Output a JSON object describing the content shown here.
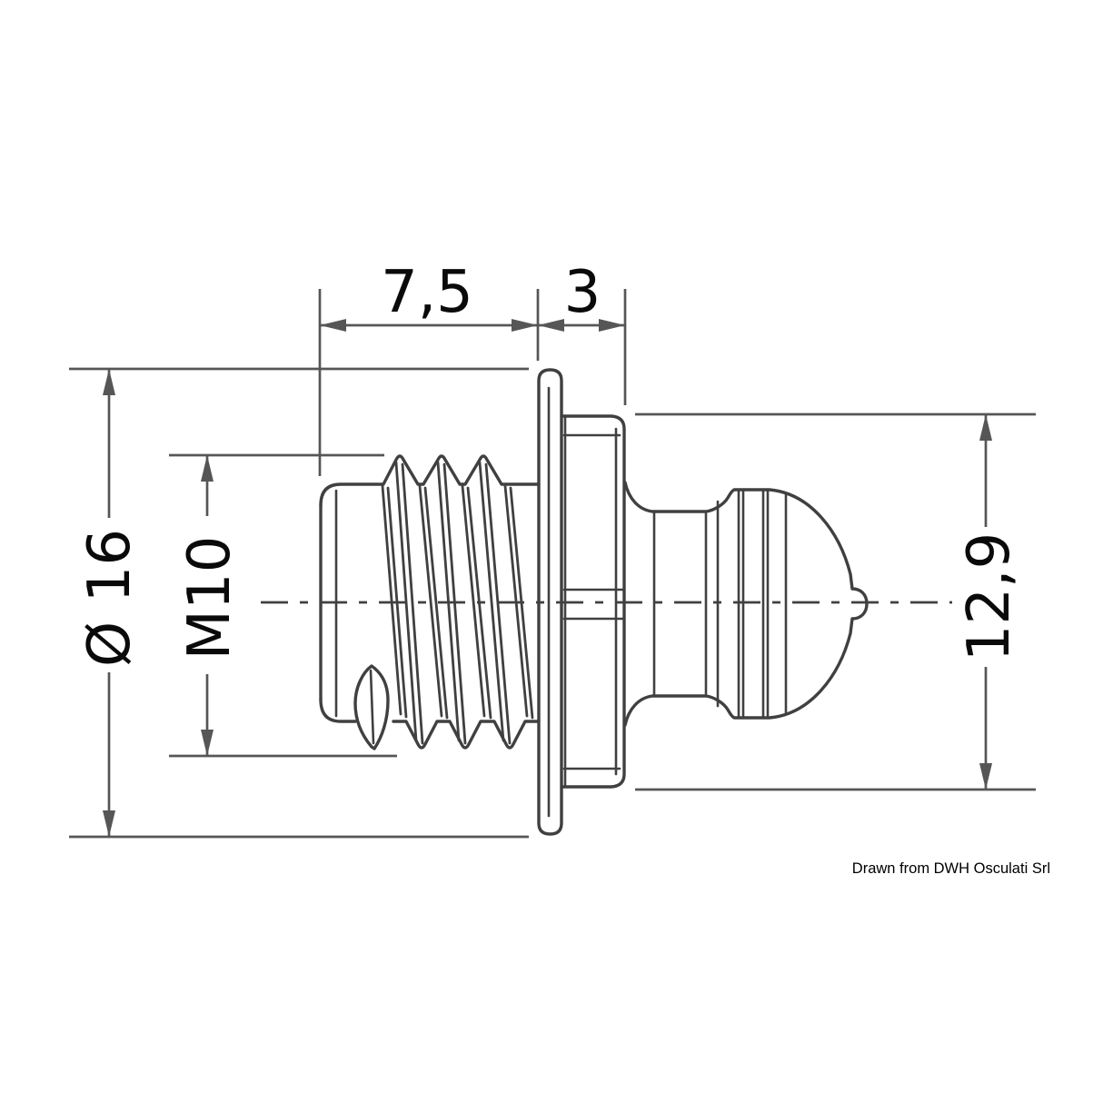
{
  "drawing": {
    "caption": "Drawn from DWH Osculati Srl",
    "dimensions": {
      "thread_length": "7,5",
      "collar_offset": "3",
      "flange_diameter": "Ø 16",
      "thread_size": "M10",
      "head_diameter": "12,9"
    },
    "colors": {
      "outline": "#404040",
      "dimension": "#565656",
      "text": "#0a0a0a",
      "background": "#ffffff"
    }
  }
}
